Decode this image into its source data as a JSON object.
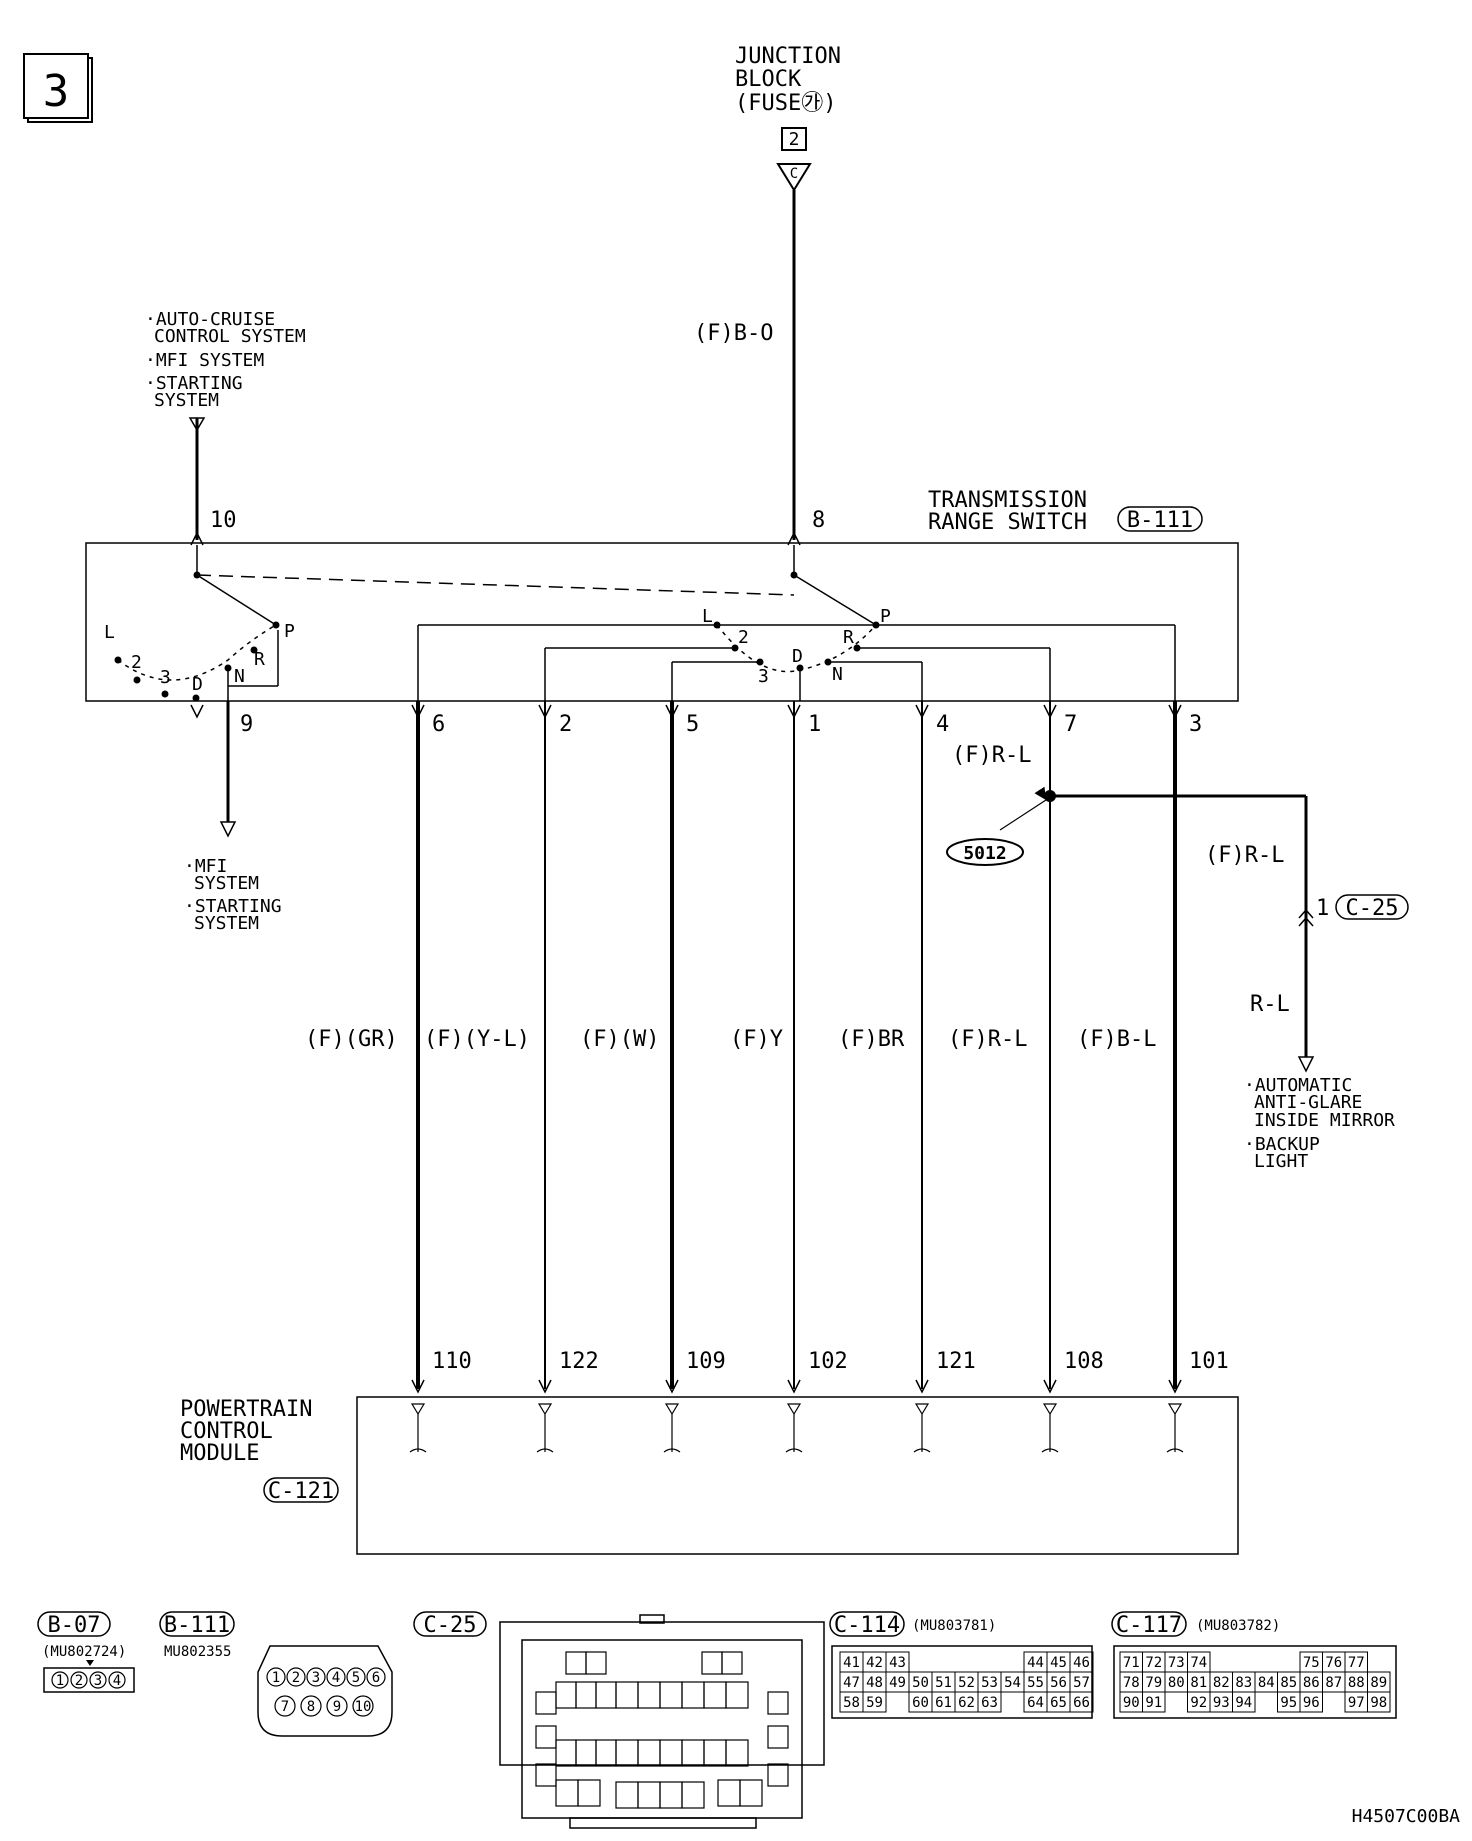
{
  "page_number": "3",
  "footer_code": "H4507C00BA",
  "junction_block": {
    "line1": "JUNCTION",
    "line2": "BLOCK",
    "line3": "(FUSE㉮)",
    "pin": "2",
    "connector": "C",
    "wire": "(F)B-O"
  },
  "top_left_targets": [
    "·AUTO-CRUISE",
    "CONTROL SYSTEM",
    "·MFI SYSTEM",
    "·STARTING",
    "SYSTEM"
  ],
  "bottom_left_targets": [
    "·MFI",
    "SYSTEM",
    "·STARTING",
    "SYSTEM"
  ],
  "right_targets": [
    "·AUTOMATIC",
    "ANTI-GLARE",
    "INSIDE MIRROR",
    "·BACKUP",
    "LIGHT"
  ],
  "trs": {
    "line1": "TRANSMISSION",
    "line2": "RANGE SWITCH",
    "connector": "B-111",
    "pin_top_left": "10",
    "pin_top_right": "8",
    "pin_bottom_left": "9",
    "left_positions": [
      "L",
      "2",
      "3",
      "D",
      "N",
      "R",
      "P"
    ],
    "right_positions": [
      "L",
      "2",
      "3",
      "D",
      "N",
      "R",
      "P"
    ]
  },
  "wires": [
    {
      "trs_pin": "6",
      "color": "(F)(GR)",
      "pcm_pin": "110"
    },
    {
      "trs_pin": "2",
      "color": "(F)(Y-L)",
      "pcm_pin": "122"
    },
    {
      "trs_pin": "5",
      "color": "(F)(W)",
      "pcm_pin": "109"
    },
    {
      "trs_pin": "1",
      "color": "(F)Y",
      "pcm_pin": "102"
    },
    {
      "trs_pin": "4",
      "color": "(F)BR",
      "pcm_pin": "121"
    },
    {
      "trs_pin": "7",
      "color": "(F)R-L",
      "pcm_pin": "108"
    },
    {
      "trs_pin": "3",
      "color": "(F)B-L",
      "pcm_pin": "101"
    }
  ],
  "branch": {
    "upper_wire": "(F)R-L",
    "splice": "5012",
    "right_wire": "(F)R-L",
    "connector_pin": "1",
    "connector": "C-25",
    "lower_wire": "R-L"
  },
  "pcm": {
    "line1": "POWERTRAIN",
    "line2": "CONTROL",
    "line3": "MODULE",
    "connector": "C-121"
  },
  "connectors": {
    "b07": {
      "name": "B-07",
      "part": "(MU802724)",
      "pins": [
        "1",
        "2",
        "3",
        "4"
      ]
    },
    "b111": {
      "name": "B-111",
      "part": "MU802355",
      "pins_top": [
        "1",
        "2",
        "3",
        "4",
        "5",
        "6"
      ],
      "pins_bottom": [
        "7",
        "8",
        "9",
        "10"
      ]
    },
    "c25": {
      "name": "C-25"
    },
    "c114": {
      "name": "C-114",
      "part": "(MU803781)",
      "rows": [
        [
          "41",
          "42",
          "43",
          "",
          "",
          "",
          "",
          "",
          "44",
          "45",
          "46"
        ],
        [
          "47",
          "48",
          "49",
          "50",
          "51",
          "52",
          "53",
          "54",
          "55",
          "56",
          "57"
        ],
        [
          "58",
          "59",
          "",
          "60",
          "61",
          "62",
          "63",
          "",
          "64",
          "65",
          "66"
        ]
      ]
    },
    "c117": {
      "name": "C-117",
      "part": "(MU803782)",
      "rows": [
        [
          "71",
          "72",
          "73",
          "74",
          "",
          "",
          "",
          "",
          "75",
          "76",
          "77"
        ],
        [
          "78",
          "79",
          "80",
          "81",
          "82",
          "83",
          "84",
          "85",
          "86",
          "87",
          "88",
          "89"
        ],
        [
          "90",
          "91",
          "",
          "92",
          "93",
          "94",
          "",
          "95",
          "96",
          "",
          "97",
          "98"
        ]
      ]
    }
  }
}
